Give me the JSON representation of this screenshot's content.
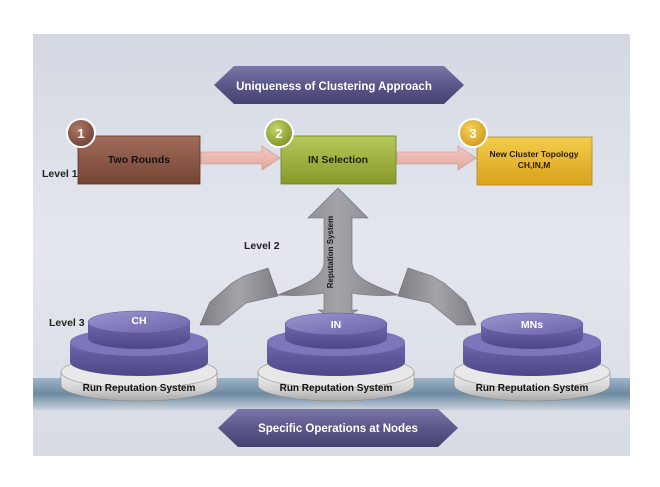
{
  "header_banner": {
    "text": "Uniqueness of Clustering Approach"
  },
  "footer_banner": {
    "text": "Specific Operations at Nodes"
  },
  "levels": {
    "level1": "Level 1",
    "level2": "Level 2",
    "level3": "Level 3"
  },
  "steps": [
    {
      "number": "1",
      "label": "Two Rounds",
      "box_color": "#8a5647",
      "badge_color": "#8a5647"
    },
    {
      "number": "2",
      "label": "IN Selection",
      "box_color": "#9db23a",
      "badge_color": "#9db23a"
    },
    {
      "number": "3",
      "label_line1": "New Cluster Topology",
      "label_line2": "CH,IN,M",
      "box_color": "#e8b92c",
      "badge_color": "#e0a927"
    }
  ],
  "reputation_arrow": {
    "text": "Reputation System"
  },
  "platforms": [
    {
      "top_label": "CH",
      "base_label": "Run Reputation System"
    },
    {
      "top_label": "IN",
      "base_label": "Run Reputation System"
    },
    {
      "top_label": "MNs",
      "base_label": "Run Reputation System"
    }
  ],
  "colors": {
    "background": "#dcdfe6",
    "banner": "#5e5a8c",
    "disk": "#6a64a8",
    "floor": "#4f6c88",
    "arrow": "#8b8b90"
  }
}
